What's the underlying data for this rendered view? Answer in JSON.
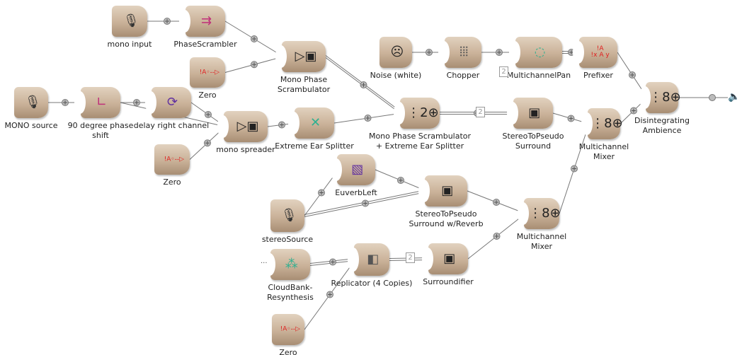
{
  "nodes": [
    {
      "id": "mono_input",
      "label": "mono input",
      "icon": "disk-microphone-icon",
      "glyph": "🎙"
    },
    {
      "id": "phase_scrambler",
      "label": "PhaseScrambler",
      "icon": "phase-arrows-icon",
      "glyph": "⇉",
      "color": "#c0307a"
    },
    {
      "id": "zero1",
      "label": "Zero",
      "icon": "constant-A-icon",
      "glyph": "!A◦--▷",
      "color": "#e02020"
    },
    {
      "id": "mono_phase_scram",
      "label": "Mono Phase\nScrambulator",
      "icon": "x2-spreader-icon",
      "glyph": "▷▣",
      "color": "#222"
    },
    {
      "id": "mono_source",
      "label": "MONO source",
      "icon": "disk-microphone-icon",
      "glyph": "🎙"
    },
    {
      "id": "phase_shift",
      "label": "90 degree phase\nshift",
      "icon": "phase-curve-icon",
      "glyph": "∟",
      "color": "#c0307a"
    },
    {
      "id": "delay_right",
      "label": "delay right channel",
      "icon": "delay-loop-icon",
      "glyph": "⟳",
      "color": "#6030a0"
    },
    {
      "id": "mono_spreader",
      "label": "mono spreader",
      "icon": "x2-spreader-icon",
      "glyph": "▷▣",
      "color": "#222"
    },
    {
      "id": "zero2",
      "label": "Zero",
      "icon": "constant-A-icon",
      "glyph": "!A◦--▷",
      "color": "#e02020"
    },
    {
      "id": "ear_splitter",
      "label": "Extreme Ear Splitter",
      "icon": "crossfade-icon",
      "glyph": "✕",
      "color": "#30b090"
    },
    {
      "id": "noise",
      "label": "Noise (white)",
      "icon": "scream-icon",
      "glyph": "☹",
      "color": "#222"
    },
    {
      "id": "chopper",
      "label": "Chopper",
      "icon": "chopper-icon",
      "glyph": "⦙⦙⦙",
      "color": "#555"
    },
    {
      "id": "mc_pan",
      "label": "MultichannelPan",
      "icon": "circle-speakers-icon",
      "glyph": "◌",
      "color": "#30b090"
    },
    {
      "id": "prefixer",
      "label": "Prefixer",
      "icon": "prefix-A-icon",
      "glyph": "!A\n!x A y",
      "color": "#e02020"
    },
    {
      "id": "mix_2",
      "label": "Mono Phase Scrambulator\n+ Extreme Ear Splitter",
      "icon": "mixer-2-icon",
      "glyph": "⋮2⊕",
      "color": "#222"
    },
    {
      "id": "pseudo_surround",
      "label": "StereoToPseudo\nSurround",
      "icon": "surround-x2-icon",
      "glyph": "▣",
      "color": "#222"
    },
    {
      "id": "mc_mixer1",
      "label": "Multichannel\nMixer",
      "icon": "mixer-8-icon",
      "glyph": "⋮8⊕",
      "color": "#222"
    },
    {
      "id": "disintegrating",
      "label": "Disintegrating\nAmbience",
      "icon": "mixer-8-icon",
      "glyph": "⋮8⊕",
      "color": "#222"
    },
    {
      "id": "euverb",
      "label": "EuverbLeft",
      "icon": "reverb-icon",
      "glyph": "▧",
      "color": "#6030a0"
    },
    {
      "id": "stereo_source",
      "label": "stereoSource",
      "icon": "disk-microphone-icon",
      "glyph": "🎙"
    },
    {
      "id": "pseudo_surround_rev",
      "label": "StereoToPseudo\nSurround w/Reverb",
      "icon": "surround-x2-icon",
      "glyph": "▣",
      "color": "#222"
    },
    {
      "id": "mc_mixer2",
      "label": "Multichannel\nMixer",
      "icon": "mixer-8-icon",
      "glyph": "⋮8⊕",
      "color": "#222"
    },
    {
      "id": "cloudbank",
      "label": "CloudBank-\nResynthesis",
      "icon": "cloudbank-icon",
      "glyph": "⁂",
      "color": "#30b090"
    },
    {
      "id": "replicator",
      "label": "Replicator (4 Copies)",
      "icon": "replicator-icon",
      "glyph": "◧",
      "color": "#555"
    },
    {
      "id": "surroundifier",
      "label": "Surroundifier",
      "icon": "surround-x2-icon",
      "glyph": "▣",
      "color": "#222"
    },
    {
      "id": "zero3",
      "label": "Zero",
      "icon": "constant-A-icon",
      "glyph": "!A◦--▷",
      "color": "#e02020"
    }
  ],
  "channel_badges": [
    "2",
    "2",
    "2"
  ],
  "output_icon": "speaker-icon",
  "ellipsis": "···"
}
